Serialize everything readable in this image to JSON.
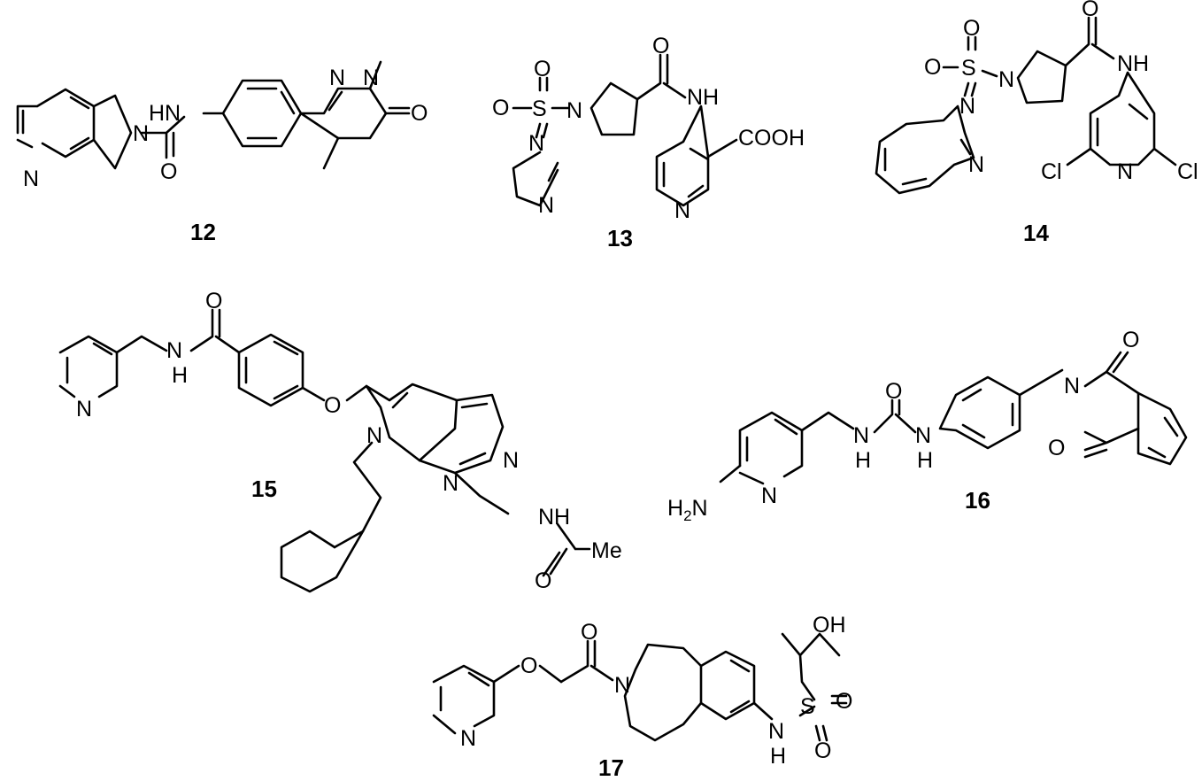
{
  "compounds": [
    {
      "id": "12",
      "label": "12"
    },
    {
      "id": "13",
      "label": "13"
    },
    {
      "id": "14",
      "label": "14"
    },
    {
      "id": "15",
      "label": "15"
    },
    {
      "id": "16",
      "label": "16"
    },
    {
      "id": "17",
      "label": "17"
    }
  ],
  "atoms": {
    "N": "N",
    "O": "O",
    "S": "S",
    "H": "H",
    "Cl": "Cl",
    "HN": "HN",
    "NH": "NH",
    "COOH": "COOH",
    "Me": "Me",
    "OH": "OH",
    "H2N_base": "H",
    "H2N_sub": "2",
    "H2N_n": "N"
  }
}
